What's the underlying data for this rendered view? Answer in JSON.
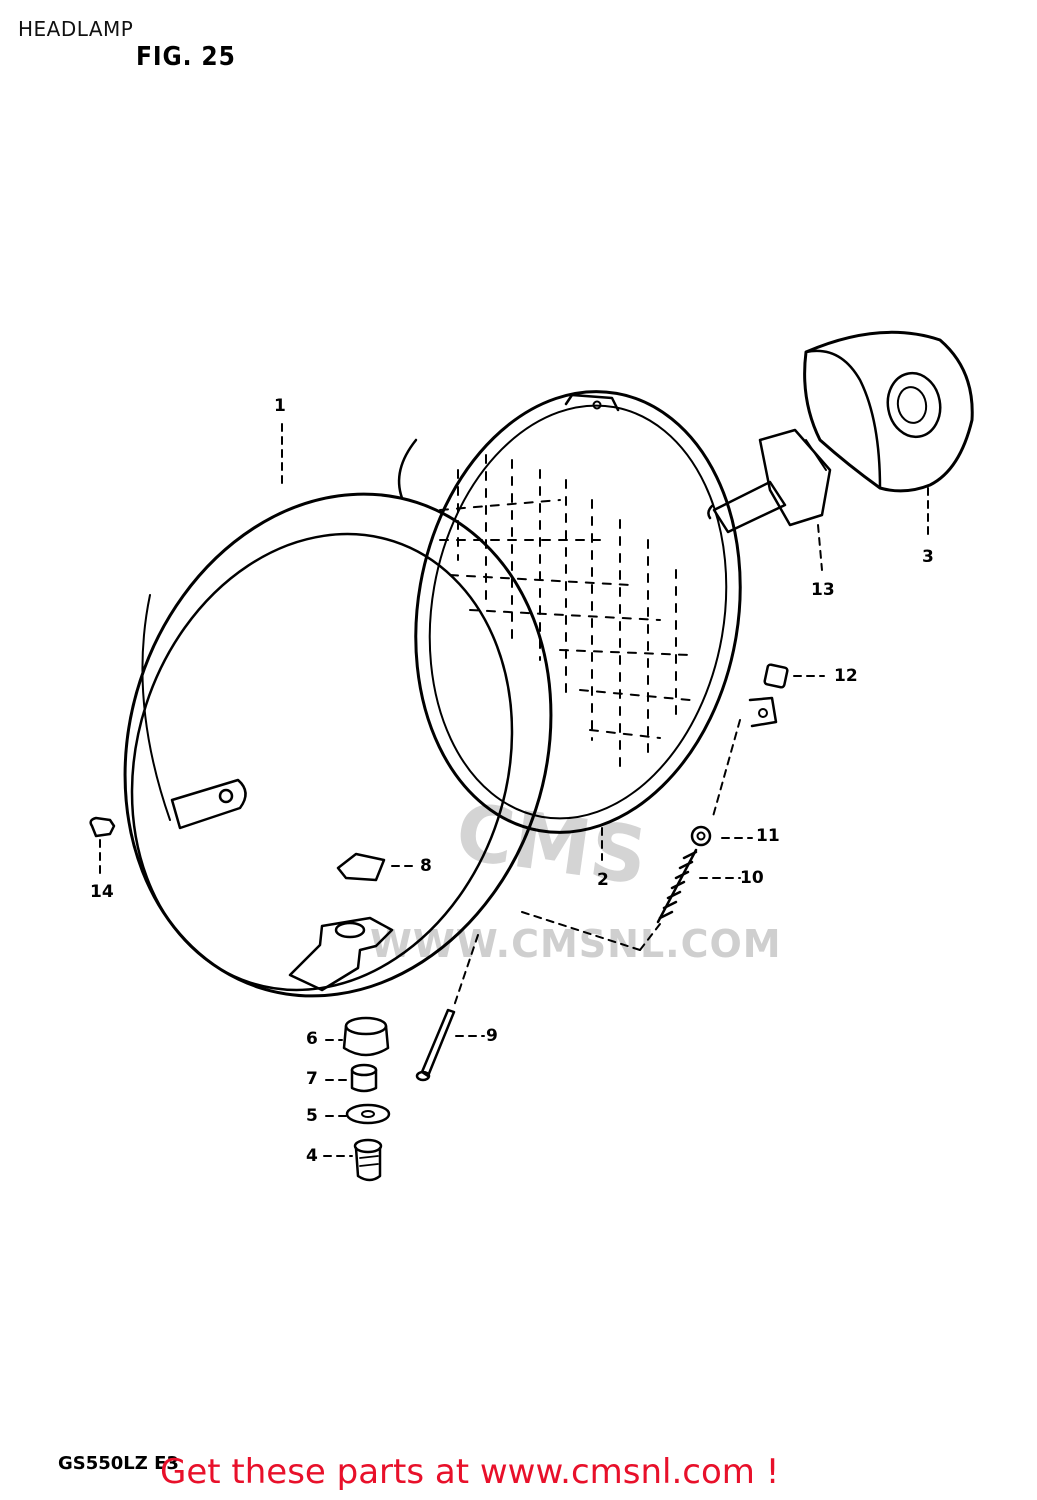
{
  "page": {
    "title": "HEADLAMP",
    "figure": "FIG. 25",
    "model_code": "GS550LZ E3",
    "cta": "Get these parts at www.cmsnl.com !"
  },
  "watermark": {
    "text": "WWW.CMSNL.COM",
    "logo": "CMS",
    "color": "#cfcfcf"
  },
  "colors": {
    "line": "#000000",
    "cta": "#e8102a"
  },
  "callouts": [
    {
      "label": "1"
    },
    {
      "label": "2"
    },
    {
      "label": "3"
    },
    {
      "label": "4"
    },
    {
      "label": "5"
    },
    {
      "label": "6"
    },
    {
      "label": "7"
    },
    {
      "label": "8"
    },
    {
      "label": "9"
    },
    {
      "label": "10"
    },
    {
      "label": "11"
    },
    {
      "label": "12"
    },
    {
      "label": "13"
    },
    {
      "label": "14"
    }
  ]
}
